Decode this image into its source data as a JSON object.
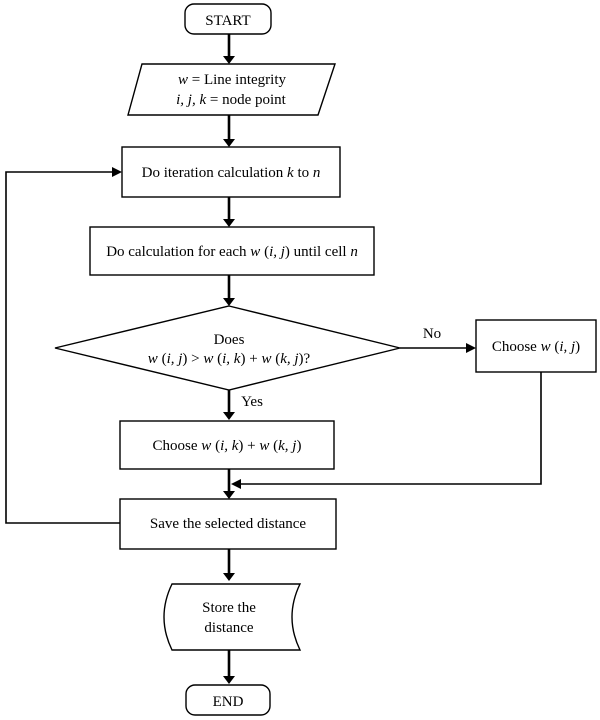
{
  "nodes": {
    "start": {
      "label": "START"
    },
    "input": {
      "line1": {
        "var": "w",
        "rest": " = Line integrity"
      },
      "line2": {
        "prefix": "i, j, k",
        "rest": " = node point"
      }
    },
    "iterate": {
      "text": "Do iteration calculation ",
      "var1": "k",
      "mid": " to ",
      "var2": "n"
    },
    "calc": {
      "text": "Do calculation for each ",
      "w": "w",
      "open": " (",
      "ij": "i, j",
      "close": ")",
      "until": " until cell ",
      "n": "n"
    },
    "decision": {
      "line1": "Does",
      "line2": [
        {
          "t": "w",
          "i": true
        },
        {
          "t": " (",
          "i": false
        },
        {
          "t": "i, j",
          "i": true
        },
        {
          "t": ") > ",
          "i": false
        },
        {
          "t": "w",
          "i": true
        },
        {
          "t": " (",
          "i": false
        },
        {
          "t": "i, k",
          "i": true
        },
        {
          "t": ") + ",
          "i": false
        },
        {
          "t": "w",
          "i": true
        },
        {
          "t": " (",
          "i": false
        },
        {
          "t": "k, j",
          "i": true
        },
        {
          "t": ")?",
          "i": false
        }
      ]
    },
    "choose_ij": {
      "parts": [
        {
          "t": "Choose ",
          "i": false
        },
        {
          "t": "w",
          "i": true
        },
        {
          "t": " (",
          "i": false
        },
        {
          "t": "i, j",
          "i": true
        },
        {
          "t": ")",
          "i": false
        }
      ]
    },
    "choose_sum": {
      "parts": [
        {
          "t": "Choose ",
          "i": false
        },
        {
          "t": "w",
          "i": true
        },
        {
          "t": " (",
          "i": false
        },
        {
          "t": "i, k",
          "i": true
        },
        {
          "t": ") + ",
          "i": false
        },
        {
          "t": "w",
          "i": true
        },
        {
          "t": " (",
          "i": false
        },
        {
          "t": "k, j",
          "i": true
        },
        {
          "t": ")",
          "i": false
        }
      ]
    },
    "save": {
      "label": "Save the selected distance"
    },
    "store": {
      "line1": "Store the",
      "line2": "distance"
    },
    "end": {
      "label": "END"
    }
  },
  "edges": {
    "no_label": "No",
    "yes_label": "Yes"
  }
}
